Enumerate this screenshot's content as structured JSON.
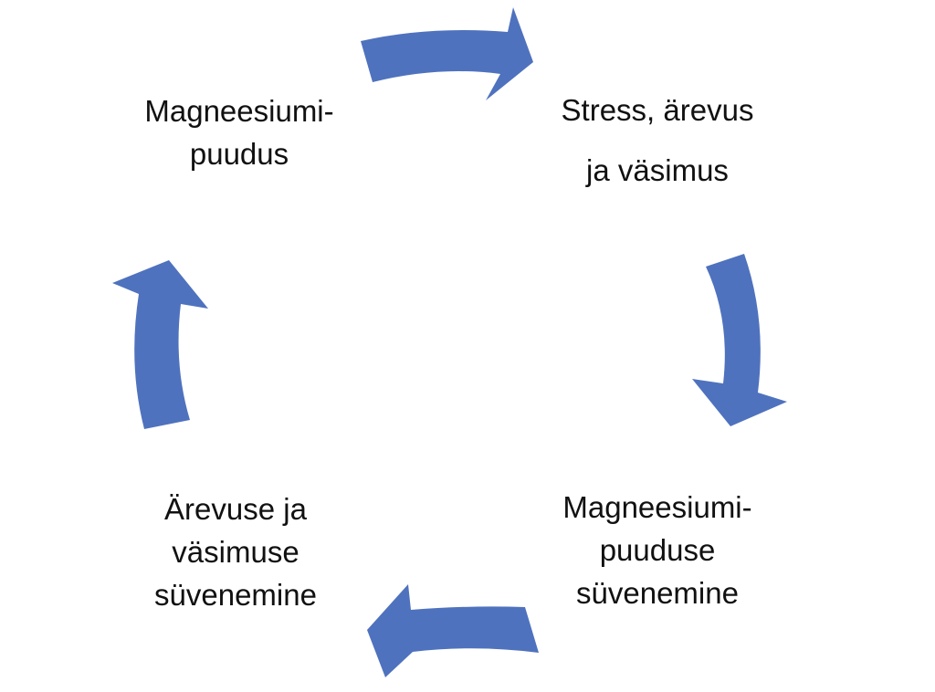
{
  "arrow_color": "#4f72be",
  "nodes": [
    {
      "lines": [
        "Magneesiumi-",
        "puudus"
      ]
    },
    {
      "lines": [
        "Stress, ärevus",
        "ja väsimus"
      ]
    },
    {
      "lines": [
        "Magneesiumi-",
        "puuduse",
        "süvenemine"
      ]
    },
    {
      "lines": [
        "Ärevuse ja",
        "väsimuse",
        "süvenemine"
      ]
    }
  ]
}
